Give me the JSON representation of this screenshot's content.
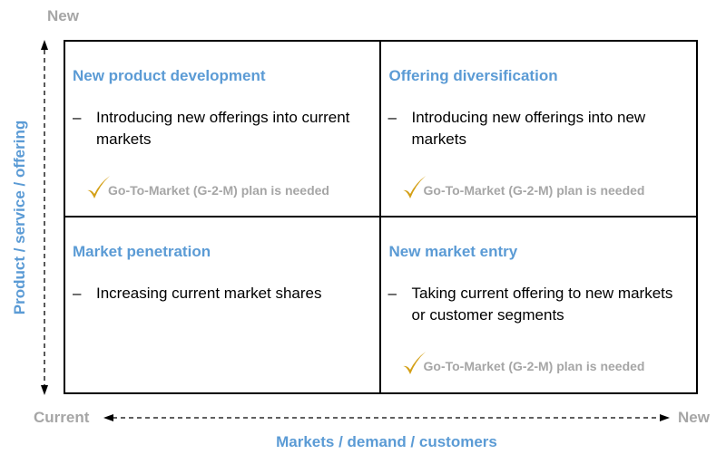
{
  "axes": {
    "y_top_label": "New",
    "x_left_label": "Current",
    "x_right_label": "New",
    "x_title": "Markets / demand / customers",
    "y_title": "Product / service / offering"
  },
  "quadrants": {
    "top_left": {
      "title": "New product development",
      "item": "Introducing new offerings into current markets",
      "note": "Go-To-Market (G-2-M) plan is needed"
    },
    "top_right": {
      "title": "Offering diversification",
      "item": "Introducing new offerings into new markets",
      "note": "Go-To-Market (G-2-M) plan is needed"
    },
    "bottom_left": {
      "title": "Market penetration",
      "item": "Increasing current market shares"
    },
    "bottom_right": {
      "title": "New market entry",
      "item": "Taking current offering to new markets or customer segments",
      "note": "Go-To-Market (G-2-M) plan is needed"
    }
  },
  "bullet_symbol": "–",
  "colors": {
    "title_blue": "#5b9bd5",
    "axis_gray": "#a6a6a6",
    "check_gold": "#d4a017"
  }
}
